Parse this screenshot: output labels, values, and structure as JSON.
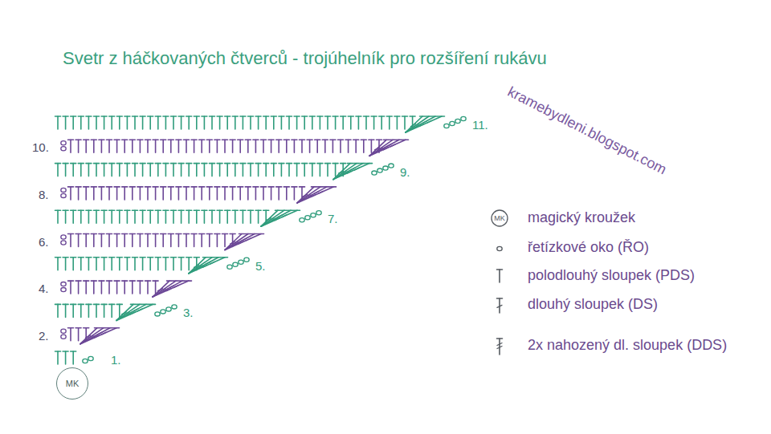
{
  "diagram": {
    "title": "Svetr z háčkovaných čtverců - trojúhelník pro rozšíření rukávu",
    "nodes": [
      {
        "text": [
          "MK"
        ]
      }
    ],
    "labels": [
      "kramebydleni.blogspot.com",
      "11.",
      "10.",
      "9.",
      "8.",
      "7.",
      "6.",
      "5.",
      "4.",
      "3.",
      "2.",
      "1.",
      "MK"
    ],
    "legend": [
      {
        "text": "magický kroužek"
      },
      {
        "text": "řetízkové oko (ŘO)"
      },
      {
        "text": "polodlouhý sloupek (PDS)"
      },
      {
        "text": "dlouhý sloupek (DS)"
      },
      {
        "text": "2x nahozený dl. sloupek (DDS)"
      }
    ]
  }
}
